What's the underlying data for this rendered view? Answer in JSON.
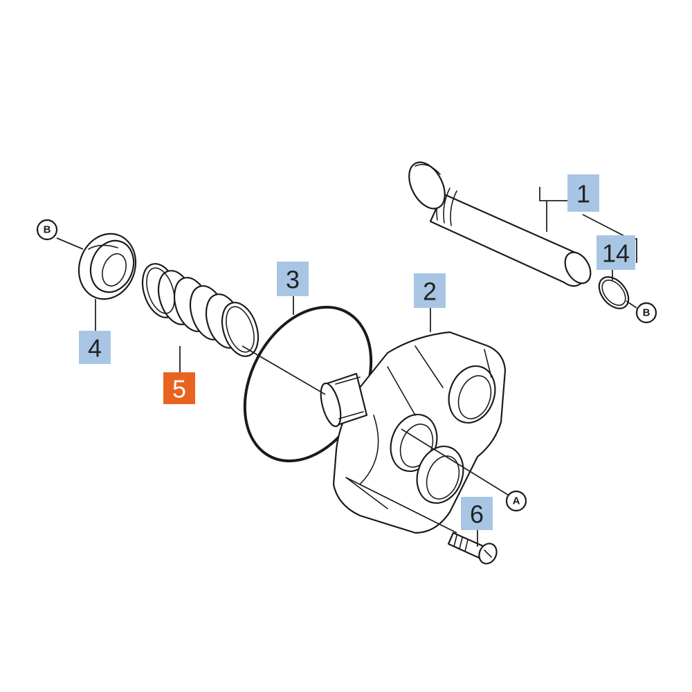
{
  "diagram": {
    "colors": {
      "label_default": "#a8c6e4",
      "label_highlight": "#e8641e",
      "label_text_default": "#222222",
      "label_text_highlight": "#ffffff",
      "line": "#1a1a1a"
    },
    "labels": [
      {
        "id": "1",
        "text": "1",
        "highlight": false
      },
      {
        "id": "14",
        "text": "14",
        "highlight": false
      },
      {
        "id": "2",
        "text": "2",
        "highlight": false
      },
      {
        "id": "3",
        "text": "3",
        "highlight": false
      },
      {
        "id": "4",
        "text": "4",
        "highlight": false
      },
      {
        "id": "5",
        "text": "5",
        "highlight": true
      },
      {
        "id": "6",
        "text": "6",
        "highlight": false
      }
    ],
    "refs": [
      {
        "id": "B-left",
        "text": "B"
      },
      {
        "id": "B-right",
        "text": "B"
      },
      {
        "id": "A",
        "text": "A"
      }
    ]
  }
}
